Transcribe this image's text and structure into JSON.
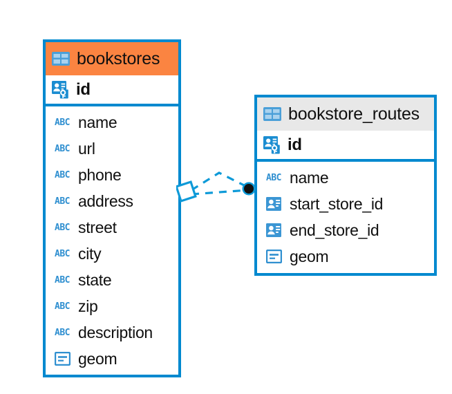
{
  "diagram": {
    "type": "entity-relationship-diagram",
    "background_color": "#ffffff",
    "accent_color": "#0089cf",
    "highlight_color": "#fb8441",
    "icon_color": "#2f8fd0"
  },
  "entities": [
    {
      "name": "bookstores",
      "header_color": "#fb8441",
      "primary_key": {
        "label": "id",
        "icon": "primary-key-icon"
      },
      "fields": [
        {
          "label": "name",
          "icon": "abc-text-icon",
          "icon_text": "ABC"
        },
        {
          "label": "url",
          "icon": "abc-text-icon",
          "icon_text": "ABC"
        },
        {
          "label": "phone",
          "icon": "abc-text-icon",
          "icon_text": "ABC"
        },
        {
          "label": "address",
          "icon": "abc-text-icon",
          "icon_text": "ABC"
        },
        {
          "label": "street",
          "icon": "abc-text-icon",
          "icon_text": "ABC"
        },
        {
          "label": "city",
          "icon": "abc-text-icon",
          "icon_text": "ABC"
        },
        {
          "label": "state",
          "icon": "abc-text-icon",
          "icon_text": "ABC"
        },
        {
          "label": "zip",
          "icon": "abc-text-icon",
          "icon_text": "ABC"
        },
        {
          "label": "description",
          "icon": "abc-text-icon",
          "icon_text": "ABC"
        },
        {
          "label": "geom",
          "icon": "geometry-icon"
        }
      ]
    },
    {
      "name": "bookstore_routes",
      "header_color": "#e8e8e8",
      "primary_key": {
        "label": "id",
        "icon": "primary-key-icon"
      },
      "fields": [
        {
          "label": "name",
          "icon": "abc-text-icon",
          "icon_text": "ABC"
        },
        {
          "label": "start_store_id",
          "icon": "foreign-key-icon"
        },
        {
          "label": "end_store_id",
          "icon": "foreign-key-icon"
        },
        {
          "label": "geom",
          "icon": "geometry-icon"
        }
      ]
    }
  ],
  "relationship": {
    "style": "dashed",
    "color": "#0e9ad8",
    "source_marker": "diamond-marker",
    "target_marker": "filled-circle-marker",
    "cardinality": "many-to-one"
  }
}
